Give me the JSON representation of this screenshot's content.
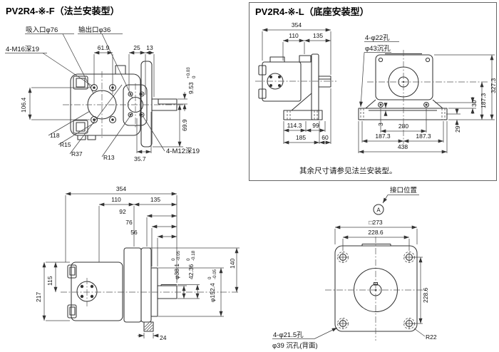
{
  "colors": {
    "line": "#333333",
    "text": "#111111",
    "background": "#ffffff"
  },
  "flange_view": {
    "title": "PV2R4-※-F（法兰安装型）",
    "suction_label": "吸入口φ76",
    "outlet_label": "输出口φ36",
    "m16_label": "4-M16深19",
    "m12_label": "4-M12深19",
    "dim_61_9": "61.9",
    "dim_25": "25",
    "dim_13": "13",
    "dim_106_4": "106.4",
    "dim_118": "118",
    "r15": "R15",
    "r37": "R37",
    "r13": "R13",
    "dim_35_7": "35.7",
    "dim_69_9": "69.9",
    "key_width": "9.53",
    "key_tol_upper": "+0.03",
    "key_tol_lower": "0"
  },
  "foot_view": {
    "title": "PV2R4-※-L（底座安装型）",
    "holes_label": "4-φ22孔",
    "cbore_label": "φ43沉孔",
    "note": "其余尺寸请参见法兰安装型。",
    "dim_354": "354",
    "dim_110": "110",
    "dim_135": "135",
    "dim_114_3": "114.3",
    "dim_99": "99",
    "dim_185": "185",
    "dim_60": "60",
    "dim_327_3": "327.3",
    "dim_187_3": "187.3",
    "dim_30": "30",
    "dim_29": "29",
    "dim_3": "3",
    "dim_280": "280",
    "dim_187_3_left": "187.3",
    "dim_187_3_right": "187.3",
    "dim_438": "438"
  },
  "side_view": {
    "dim_354": "354",
    "dim_110": "110",
    "dim_135": "135",
    "dim_92": "92",
    "dim_76": "76",
    "dim_56": "56",
    "dim_217": "217",
    "dim_115": "115",
    "dim_24": "24",
    "dim_140": "140",
    "shaft_dia": "φ38.1",
    "shaft_tol_upper": "0",
    "shaft_tol_lower": "-0.05",
    "key_height": "42.36",
    "key_tol_upper": "0",
    "key_tol_lower": "-0.18",
    "spigot_dia": "φ152.4",
    "spigot_tol_upper": "0",
    "spigot_tol_lower": "-0.05"
  },
  "face_view": {
    "port_label": "接口位置",
    "port_symbol": "A",
    "dim_square": "□273",
    "dim_228_6_h": "228.6",
    "dim_228_6_v": "228.6",
    "holes_label": "4-φ21.5孔",
    "cbore_label": "φ39 沉孔(背面)",
    "r22": "R22"
  }
}
